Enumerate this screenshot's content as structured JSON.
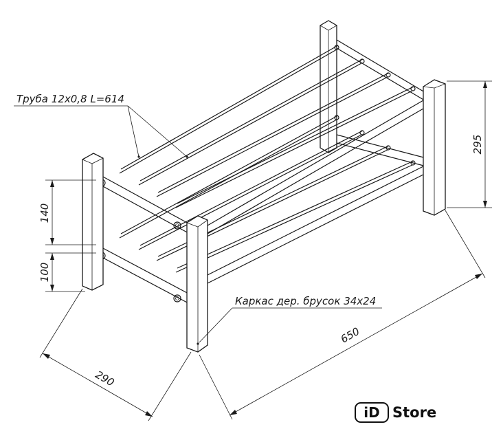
{
  "annotations": {
    "pipe_label": "Труба 12х0,8 L=614",
    "frame_label": "Каркас дер. брусок 34х24"
  },
  "dimensions": {
    "height_upper": "140",
    "height_lower": "100",
    "height_total": "295",
    "depth": "290",
    "length": "650"
  },
  "logo": {
    "mark": "iD",
    "text": "Store"
  }
}
